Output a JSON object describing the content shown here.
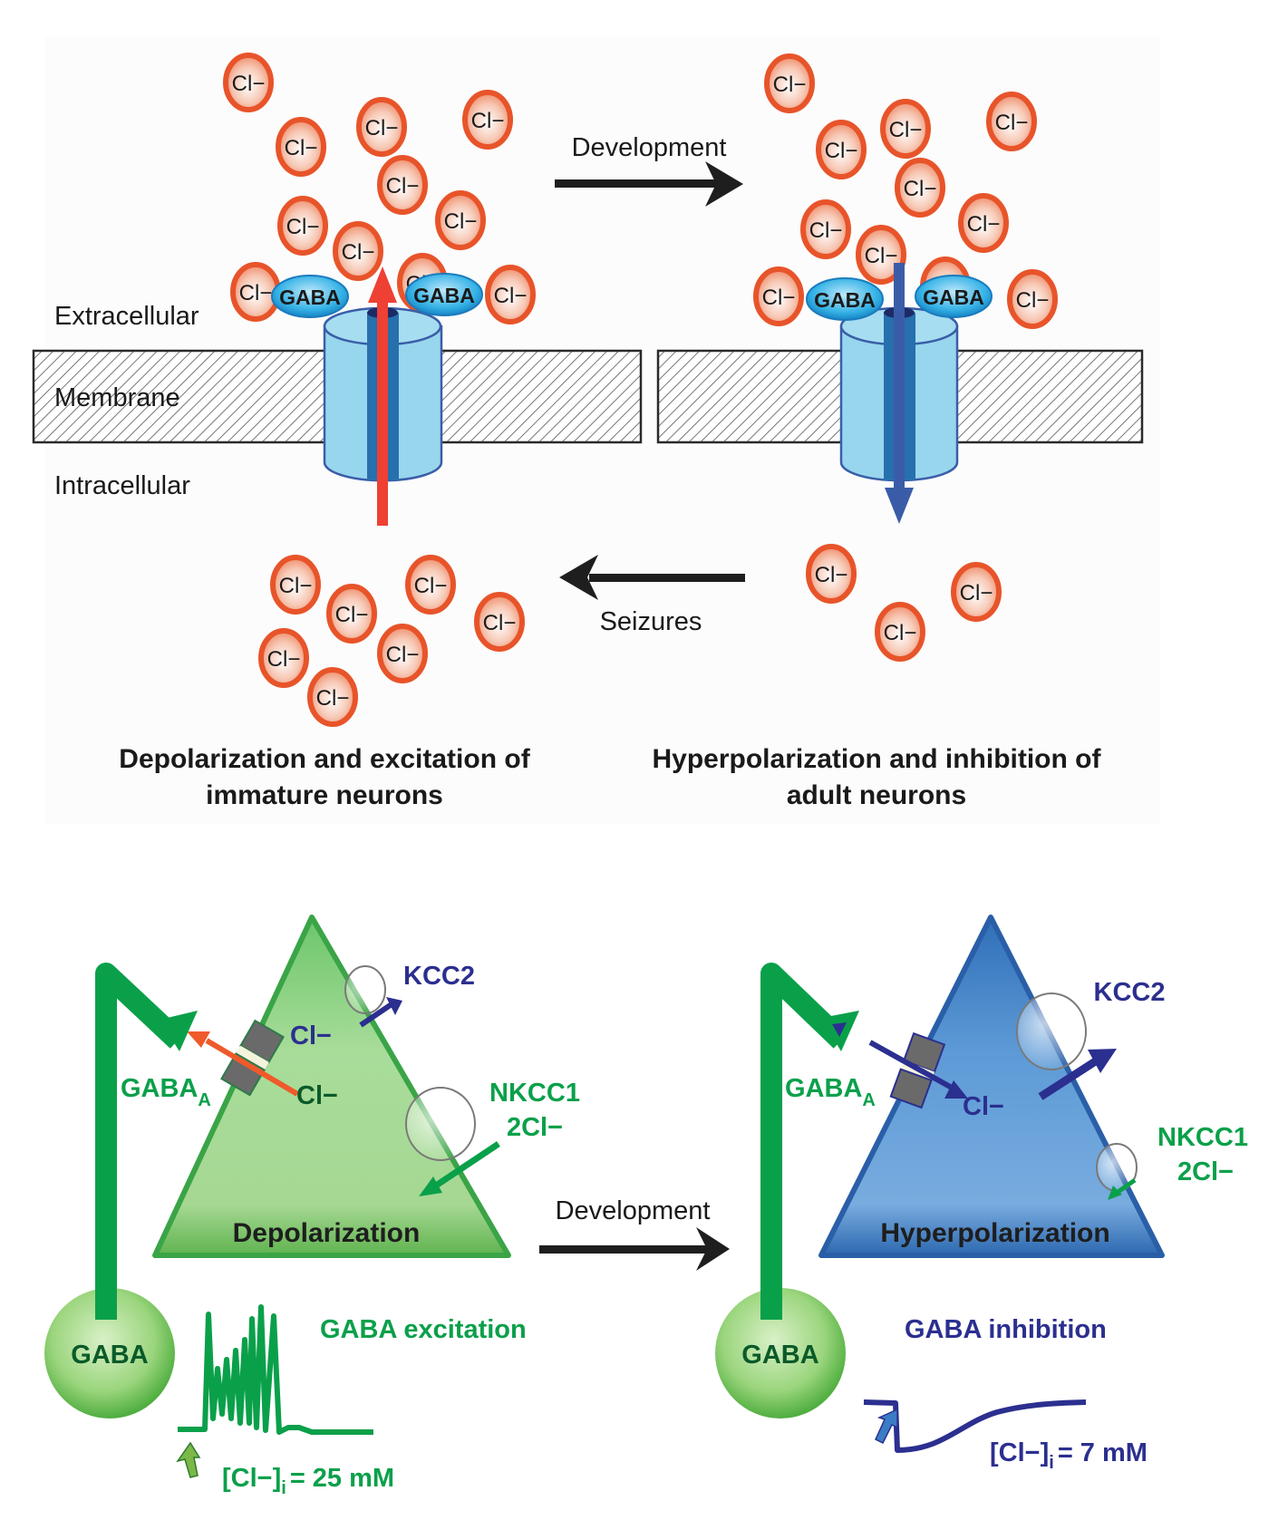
{
  "top_panel": {
    "ion_label": "Cl−",
    "development_label": "Development",
    "seizures_label": "Seizures",
    "extracellular_label": "Extracellular",
    "membrane_label": "Membrane",
    "intracellular_label": "Intracellular",
    "gaba_label": "GABA",
    "left_caption": [
      "Depolarization and excitation of",
      "immature neurons"
    ],
    "right_caption": [
      "Hyperpolarization and inhibition of",
      "adult neurons"
    ],
    "ion_counts": {
      "immature_extracellular": 11,
      "adult_extracellular": 11,
      "immature_intracellular": 7,
      "adult_intracellular": 3
    },
    "flow_directions": {
      "immature": "outward (efflux)",
      "adult": "inward (influx)"
    }
  },
  "bottom_panel": {
    "development_label": "Development",
    "left_neuron": {
      "state_label": "Depolarization",
      "kcc2_label": "KCC2",
      "cl_label_inner": "Cl−",
      "cl_label_channel": "Cl−",
      "gaba_a_label": "GABA",
      "gaba_a_subscript": "A",
      "nkcc1_label": "NKCC1",
      "nkcc1_ion_label": "2Cl−",
      "gaba_soma_label": "GABA",
      "effect_label": "GABA excitation",
      "concentration_prefix": "[Cl−]",
      "concentration_subscript": "i",
      "concentration_value": "= 25 mM"
    },
    "right_neuron": {
      "state_label": "Hyperpolarization",
      "kcc2_label": "KCC2",
      "cl_label_inner": "Cl−",
      "gaba_a_label": "GABA",
      "gaba_a_subscript": "A",
      "nkcc1_label": "NKCC1",
      "nkcc1_ion_label": "2Cl−",
      "gaba_soma_label": "GABA",
      "effect_label": "GABA inhibition",
      "concentration_prefix": "[Cl−]",
      "concentration_subscript": "i",
      "concentration_value": "= 7 mM"
    }
  },
  "colors": {
    "ion_ring": "#e8542a",
    "ion_fill": "#f7c4b0",
    "channel_fill": "#98d6ee",
    "channel_stroke": "#3a5ea8",
    "efflux_arrow": "#ef4034",
    "influx_arrow": "#3a5ca8",
    "gaba_oval": "#2aa6df",
    "green_neuron": "#6cc36b",
    "blue_neuron": "#3d7fc6",
    "axon_green": "#0aa04a",
    "navy_text": "#2b2f8f"
  }
}
